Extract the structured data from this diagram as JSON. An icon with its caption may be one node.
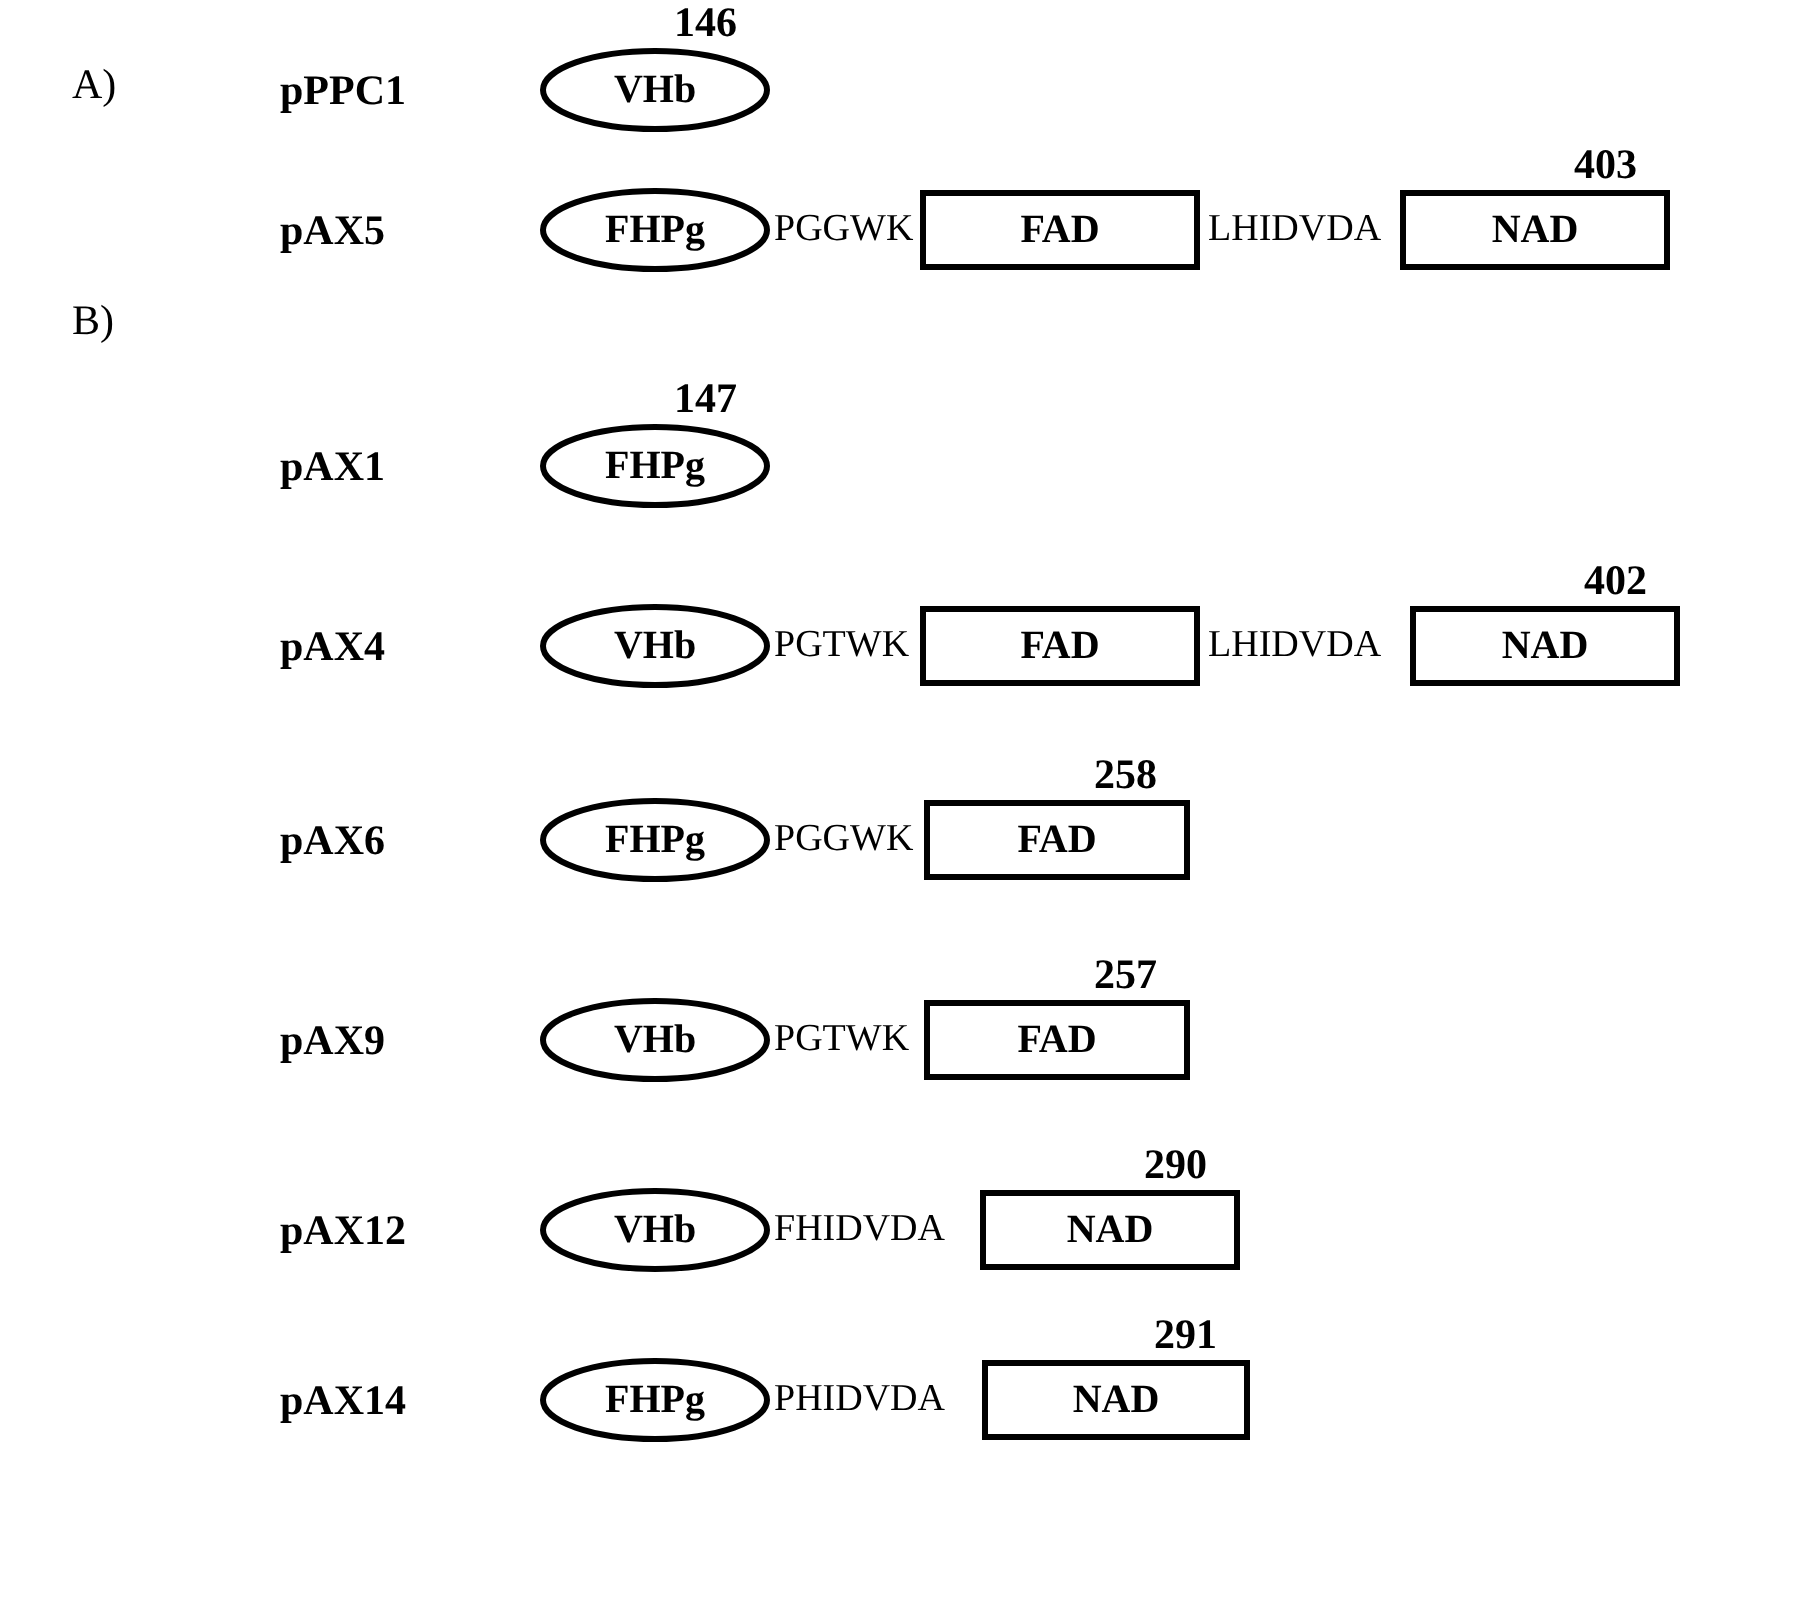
{
  "diagram": {
    "nodes": [
      {
        "text": [
          "VHb"
        ],
        "beside": [
          "146"
        ]
      },
      {
        "text": [
          "FHPg"
        ]
      },
      {
        "text": [
          "FAD"
        ]
      },
      {
        "text": [
          "NAD"
        ],
        "beside": [
          "403"
        ]
      },
      {
        "text": [
          "FHPg"
        ],
        "beside": [
          "147"
        ]
      },
      {
        "text": [
          "VHb"
        ]
      },
      {
        "text": [
          "FAD"
        ]
      },
      {
        "text": [
          "NAD"
        ],
        "beside": [
          "402"
        ]
      },
      {
        "text": [
          "FHPg"
        ]
      },
      {
        "text": [
          "FAD"
        ],
        "beside": [
          "258"
        ]
      },
      {
        "text": [
          "VHb"
        ]
      },
      {
        "text": [
          "FAD"
        ],
        "beside": [
          "257"
        ]
      },
      {
        "text": [
          "VHb"
        ]
      },
      {
        "text": [
          "NAD"
        ],
        "beside": [
          "290"
        ]
      },
      {
        "text": [
          "FHPg"
        ]
      },
      {
        "text": [
          "NAD"
        ],
        "beside": [
          "291"
        ]
      }
    ],
    "labels": [
      "A)",
      "pPPC1",
      "pAX5",
      "PGGWK",
      "LHIDVDA",
      "B)",
      "pAX1",
      "pAX4",
      "PGTWK",
      "LHIDVDA",
      "pAX6",
      "PGGWK",
      "pAX9",
      "PGTWK",
      "pAX12",
      "FHIDVDA",
      "pAX14",
      "PHIDVDA"
    ]
  }
}
